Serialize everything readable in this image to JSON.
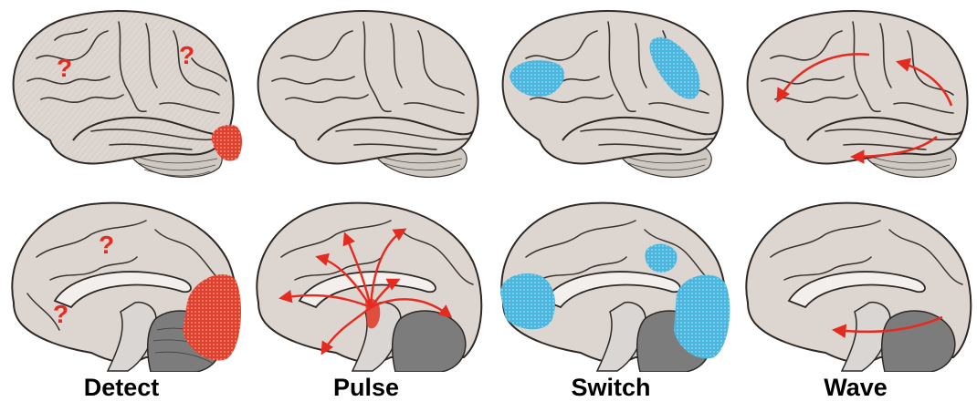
{
  "columns": [
    {
      "label": "Detect"
    },
    {
      "label": "Pulse"
    },
    {
      "label": "Switch"
    },
    {
      "label": "Wave"
    }
  ],
  "question_mark": "?",
  "colors": {
    "brain_fill": "#ddd6d0",
    "sulci": "#3a3330",
    "highlight_red": "#e0402c",
    "highlight_blue": "#4ab5dd",
    "arrow_red": "#e52b20",
    "brainstem": "#d9d6d3",
    "cerebellum": "#7c7c7c"
  },
  "icons": {
    "lateral_view": "brain-lateral-icon",
    "medial_view": "brain-medial-icon"
  }
}
